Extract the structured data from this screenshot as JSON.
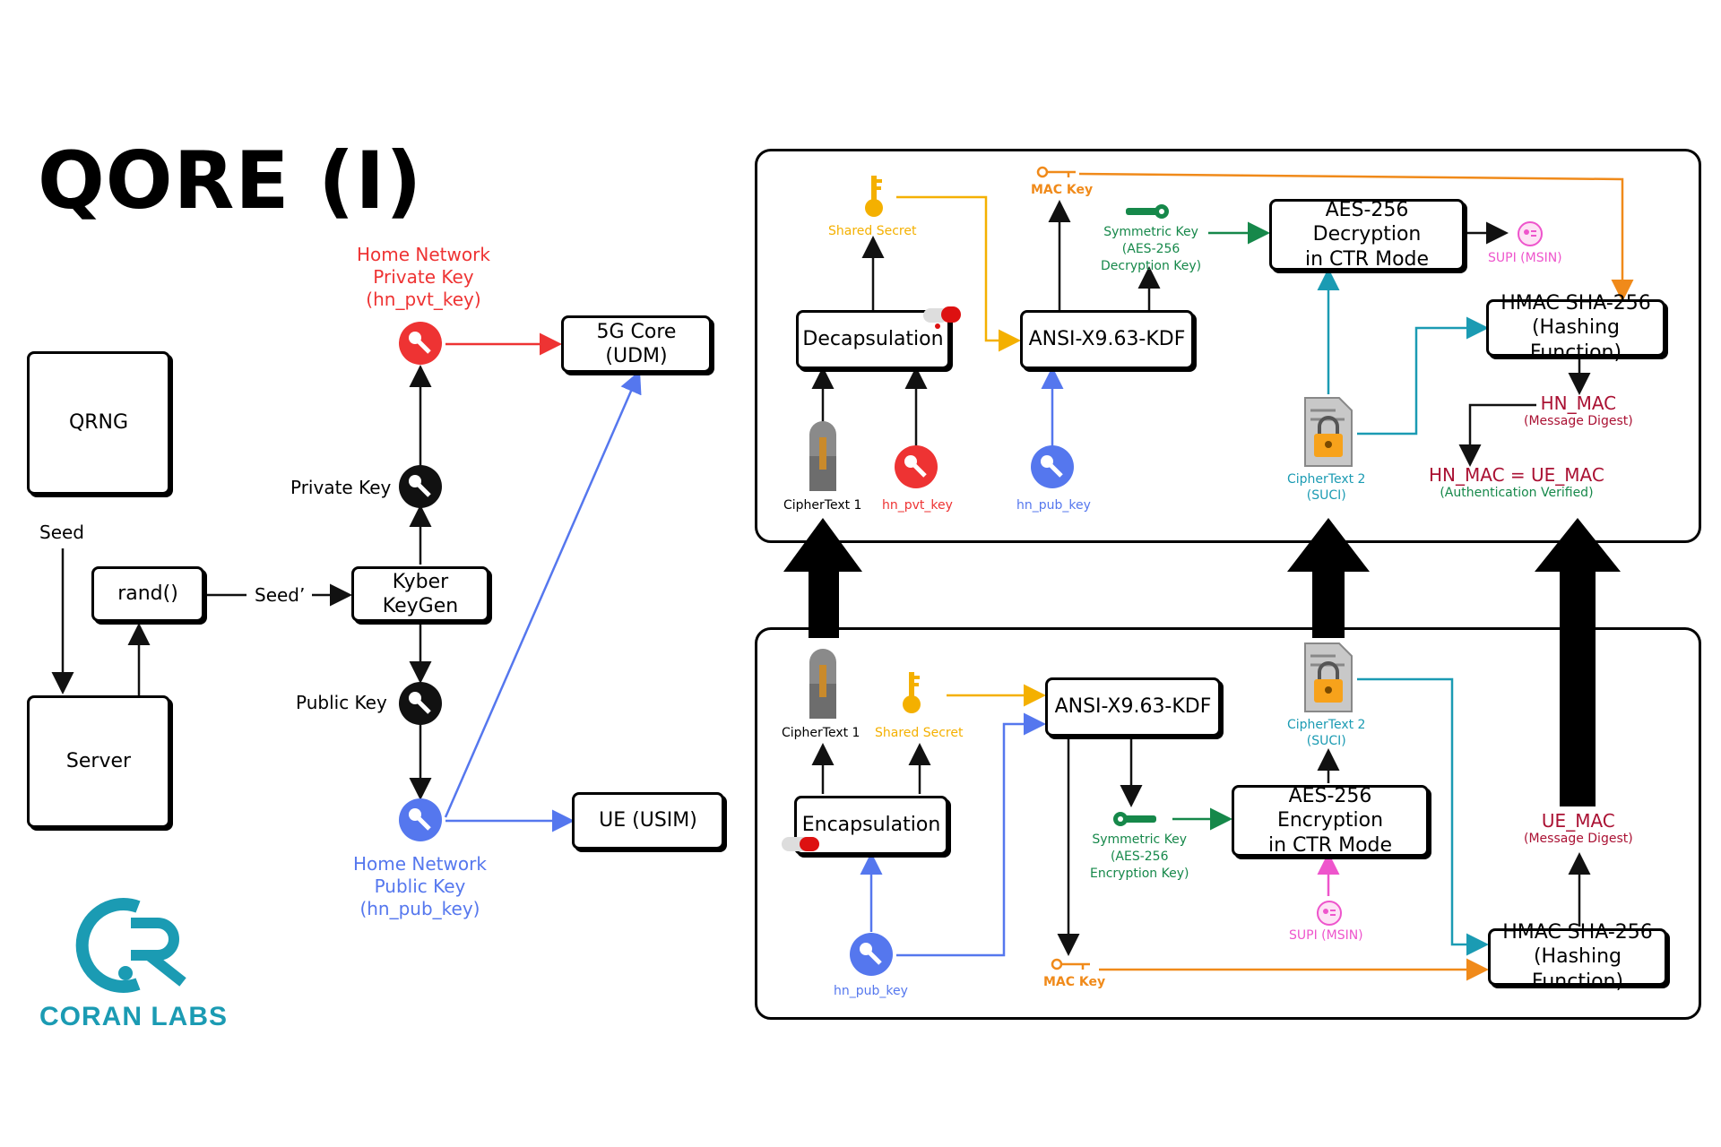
{
  "title": "QORE (I)",
  "colors": {
    "red": "#ee3333",
    "blue": "#5577ee",
    "black": "#111111",
    "orange": "#f08a1a",
    "gold": "#f4b000",
    "green": "#16884a",
    "teal": "#1b9bb3",
    "pink": "#ee55cc",
    "maroon": "#aa1133"
  },
  "left": {
    "qrng": "QRNG",
    "server": "Server",
    "rand": "rand()",
    "seed": "Seed",
    "seed_prime": "Seed’",
    "kyber": "Kyber KeyGen",
    "private_key": "Private Key",
    "public_key": "Public Key",
    "hn_private_key": [
      "Home Network",
      "Private Key",
      "(hn_pvt_key)"
    ],
    "hn_public_key": [
      "Home Network",
      "Public Key",
      "(hn_pub_key)"
    ],
    "core": "5G Core (UDM)",
    "ue": "UE (USIM)"
  },
  "top": {
    "decap": "Decapsulation",
    "kdf": "ANSI-X9.63-KDF",
    "aes_dec": [
      "AES-256 Decryption",
      "in CTR Mode"
    ],
    "hmac": "HMAC SHA-256",
    "hmac_sub": "(Hashing Function)",
    "shared_secret": "Shared Secret",
    "mac_key": "MAC Key",
    "sym_key": [
      "Symmetric Key",
      "(AES-256",
      "Decryption Key)"
    ],
    "supi": "SUPI (MSIN)",
    "ct1": "CipherText 1",
    "hn_pvt_key": "hn_pvt_key",
    "hn_pub_key": "hn_pub_key",
    "ct2": [
      "CipherText 2",
      "(SUCI)"
    ],
    "hn_mac": "HN_MAC",
    "msg_digest": "(Message Digest)",
    "equal": "HN_MAC = UE_MAC",
    "verified": "(Authentication Verified)"
  },
  "bottom": {
    "encap": "Encapsulation",
    "kdf": "ANSI-X9.63-KDF",
    "aes_enc": [
      "AES-256 Encryption",
      "in CTR Mode"
    ],
    "hmac": "HMAC SHA-256",
    "hmac_sub": "(Hashing Function)",
    "ct1": "CipherText 1",
    "shared_secret": "Shared Secret",
    "ct2": [
      "CipherText 2",
      "(SUCI)"
    ],
    "sym_key": [
      "Symmetric Key",
      "(AES-256",
      "Encryption Key)"
    ],
    "supi": "SUPI (MSIN)",
    "mac_key": "MAC Key",
    "hn_pub_key": "hn_pub_key",
    "ue_mac": "UE_MAC",
    "msg_digest": "(Message Digest)"
  },
  "logo": "CORAN LABS"
}
